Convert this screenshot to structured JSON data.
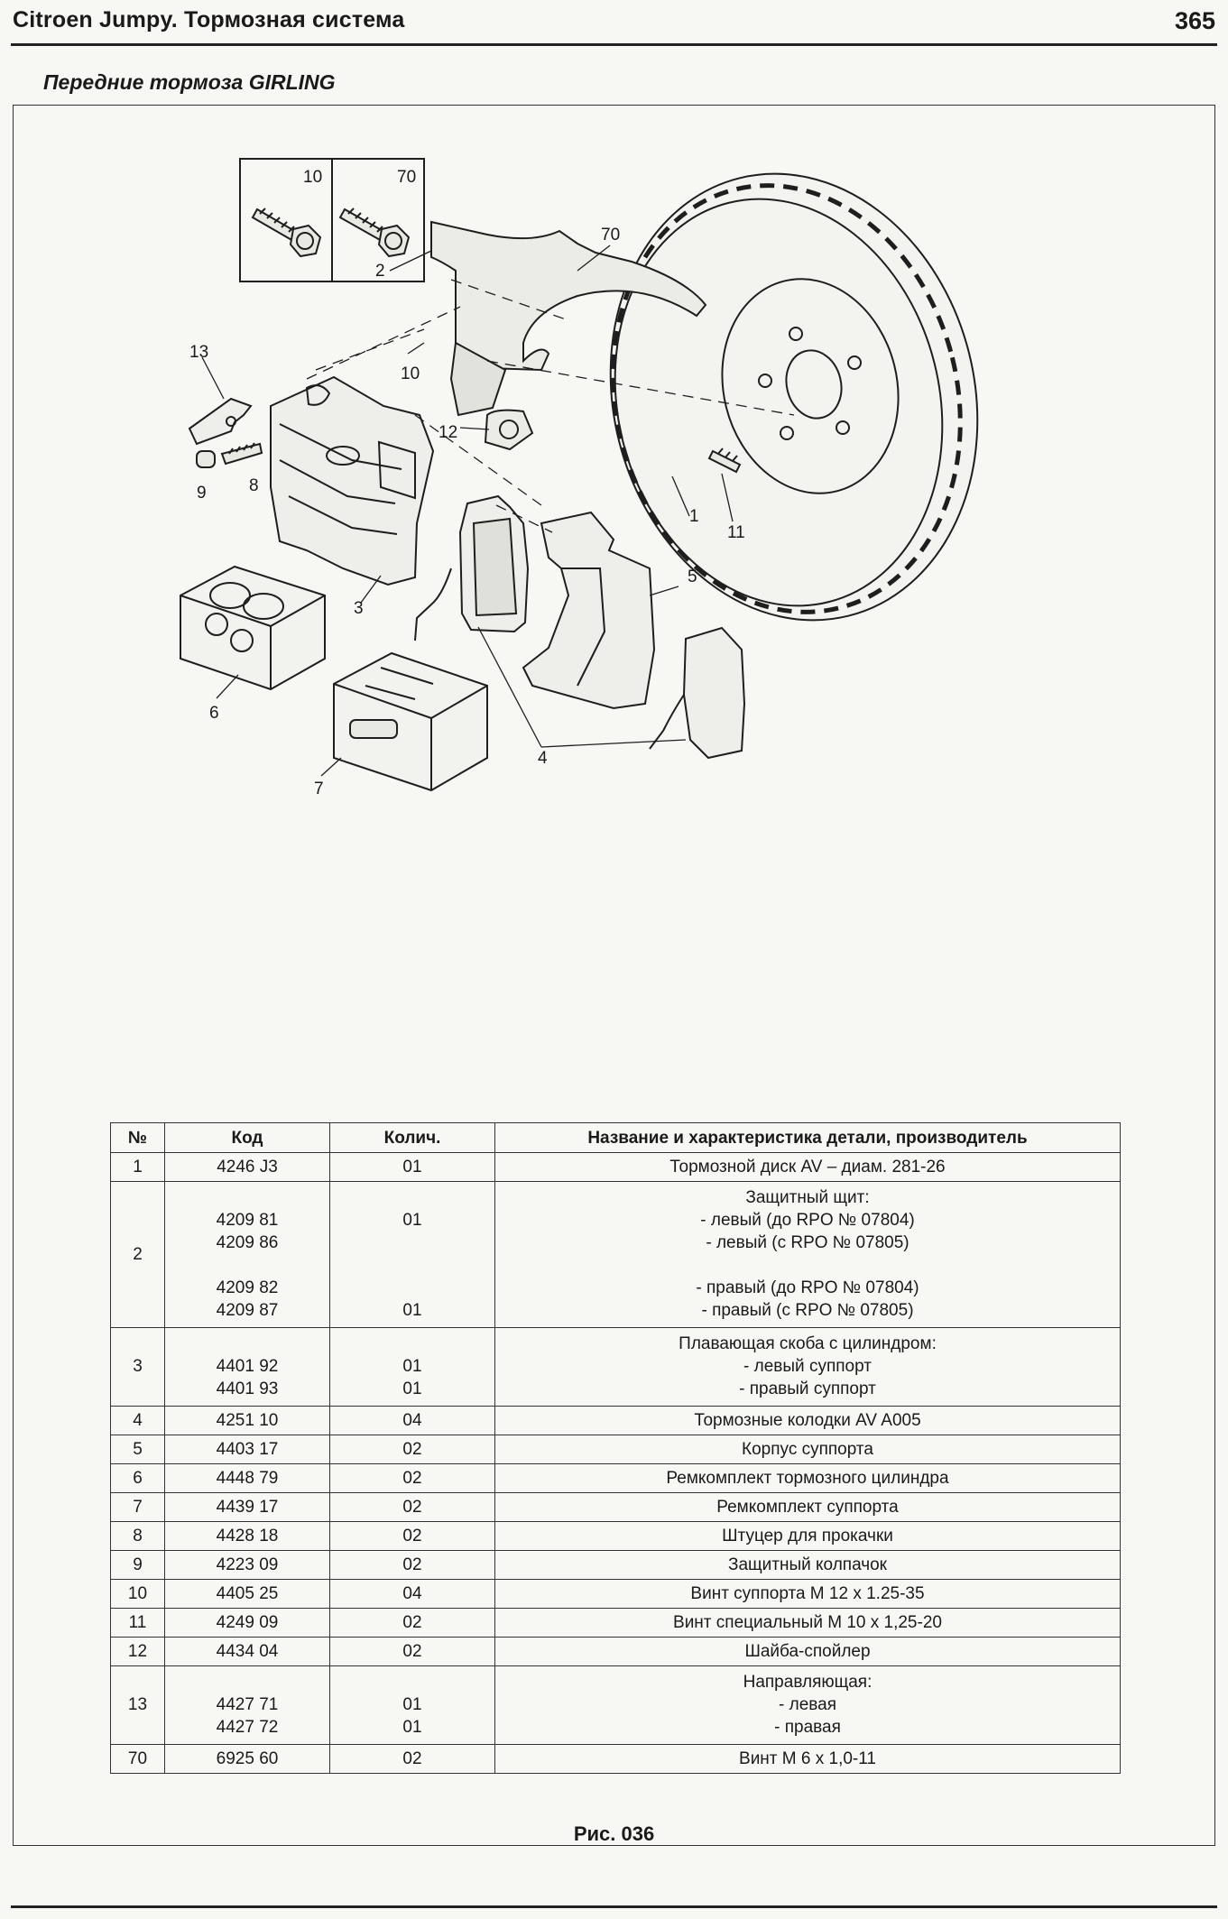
{
  "header": {
    "title": "Citroen Jumpy. Тормозная система",
    "page_number": "365"
  },
  "section_title": "Передние тормоза GIRLING",
  "callouts": [
    "1",
    "2",
    "3",
    "4",
    "5",
    "6",
    "7",
    "8",
    "9",
    "10",
    "11",
    "12",
    "13",
    "70"
  ],
  "inset_labels": {
    "left": "10",
    "right": "70"
  },
  "table": {
    "headers": [
      "№",
      "Код",
      "Колич.",
      "Название и характеристика детали, производитель"
    ],
    "rows": [
      {
        "num": "1",
        "code": [
          "4246 J3"
        ],
        "qty": [
          "01"
        ],
        "name": [
          "Тормозной диск AV – диам. 281-26"
        ]
      },
      {
        "num": "2",
        "code": [
          "",
          "4209 81",
          "4209 86",
          "",
          "4209 82",
          "4209 87"
        ],
        "qty": [
          "",
          "01",
          "",
          "",
          "",
          "01"
        ],
        "name": [
          "Защитный щит:",
          "- левый (до RPO № 07804)",
          "- левый (с RPO № 07805)",
          "",
          "- правый (до RPO № 07804)",
          "- правый (с RPO № 07805)"
        ]
      },
      {
        "num": "3",
        "code": [
          "",
          "4401 92",
          "4401 93"
        ],
        "qty": [
          "",
          "01",
          "01"
        ],
        "name": [
          "Плавающая скоба с цилиндром:",
          "- левый суппорт",
          "- правый суппорт"
        ]
      },
      {
        "num": "4",
        "code": [
          "4251 10"
        ],
        "qty": [
          "04"
        ],
        "name": [
          "Тормозные колодки AV A005"
        ]
      },
      {
        "num": "5",
        "code": [
          "4403 17"
        ],
        "qty": [
          "02"
        ],
        "name": [
          "Корпус суппорта"
        ]
      },
      {
        "num": "6",
        "code": [
          "4448 79"
        ],
        "qty": [
          "02"
        ],
        "name": [
          "Ремкомплект тормозного цилиндра"
        ]
      },
      {
        "num": "7",
        "code": [
          "4439 17"
        ],
        "qty": [
          "02"
        ],
        "name": [
          "Ремкомплект суппорта"
        ]
      },
      {
        "num": "8",
        "code": [
          "4428 18"
        ],
        "qty": [
          "02"
        ],
        "name": [
          "Штуцер для прокачки"
        ]
      },
      {
        "num": "9",
        "code": [
          "4223 09"
        ],
        "qty": [
          "02"
        ],
        "name": [
          "Защитный колпачок"
        ]
      },
      {
        "num": "10",
        "code": [
          "4405 25"
        ],
        "qty": [
          "04"
        ],
        "name": [
          "Винт суппорта М 12 х 1.25-35"
        ]
      },
      {
        "num": "11",
        "code": [
          "4249 09"
        ],
        "qty": [
          "02"
        ],
        "name": [
          "Винт специальный М 10 х 1,25-20"
        ]
      },
      {
        "num": "12",
        "code": [
          "4434 04"
        ],
        "qty": [
          "02"
        ],
        "name": [
          "Шайба-спойлер"
        ]
      },
      {
        "num": "13",
        "code": [
          "",
          "4427 71",
          "4427 72"
        ],
        "qty": [
          "",
          "01",
          "01"
        ],
        "name": [
          "Направляющая:",
          "- левая",
          "- правая"
        ]
      },
      {
        "num": "70",
        "code": [
          "6925 60"
        ],
        "qty": [
          "02"
        ],
        "name": [
          "Винт М 6 х 1,0-11"
        ]
      }
    ]
  },
  "figure_caption": "Рис. 036"
}
